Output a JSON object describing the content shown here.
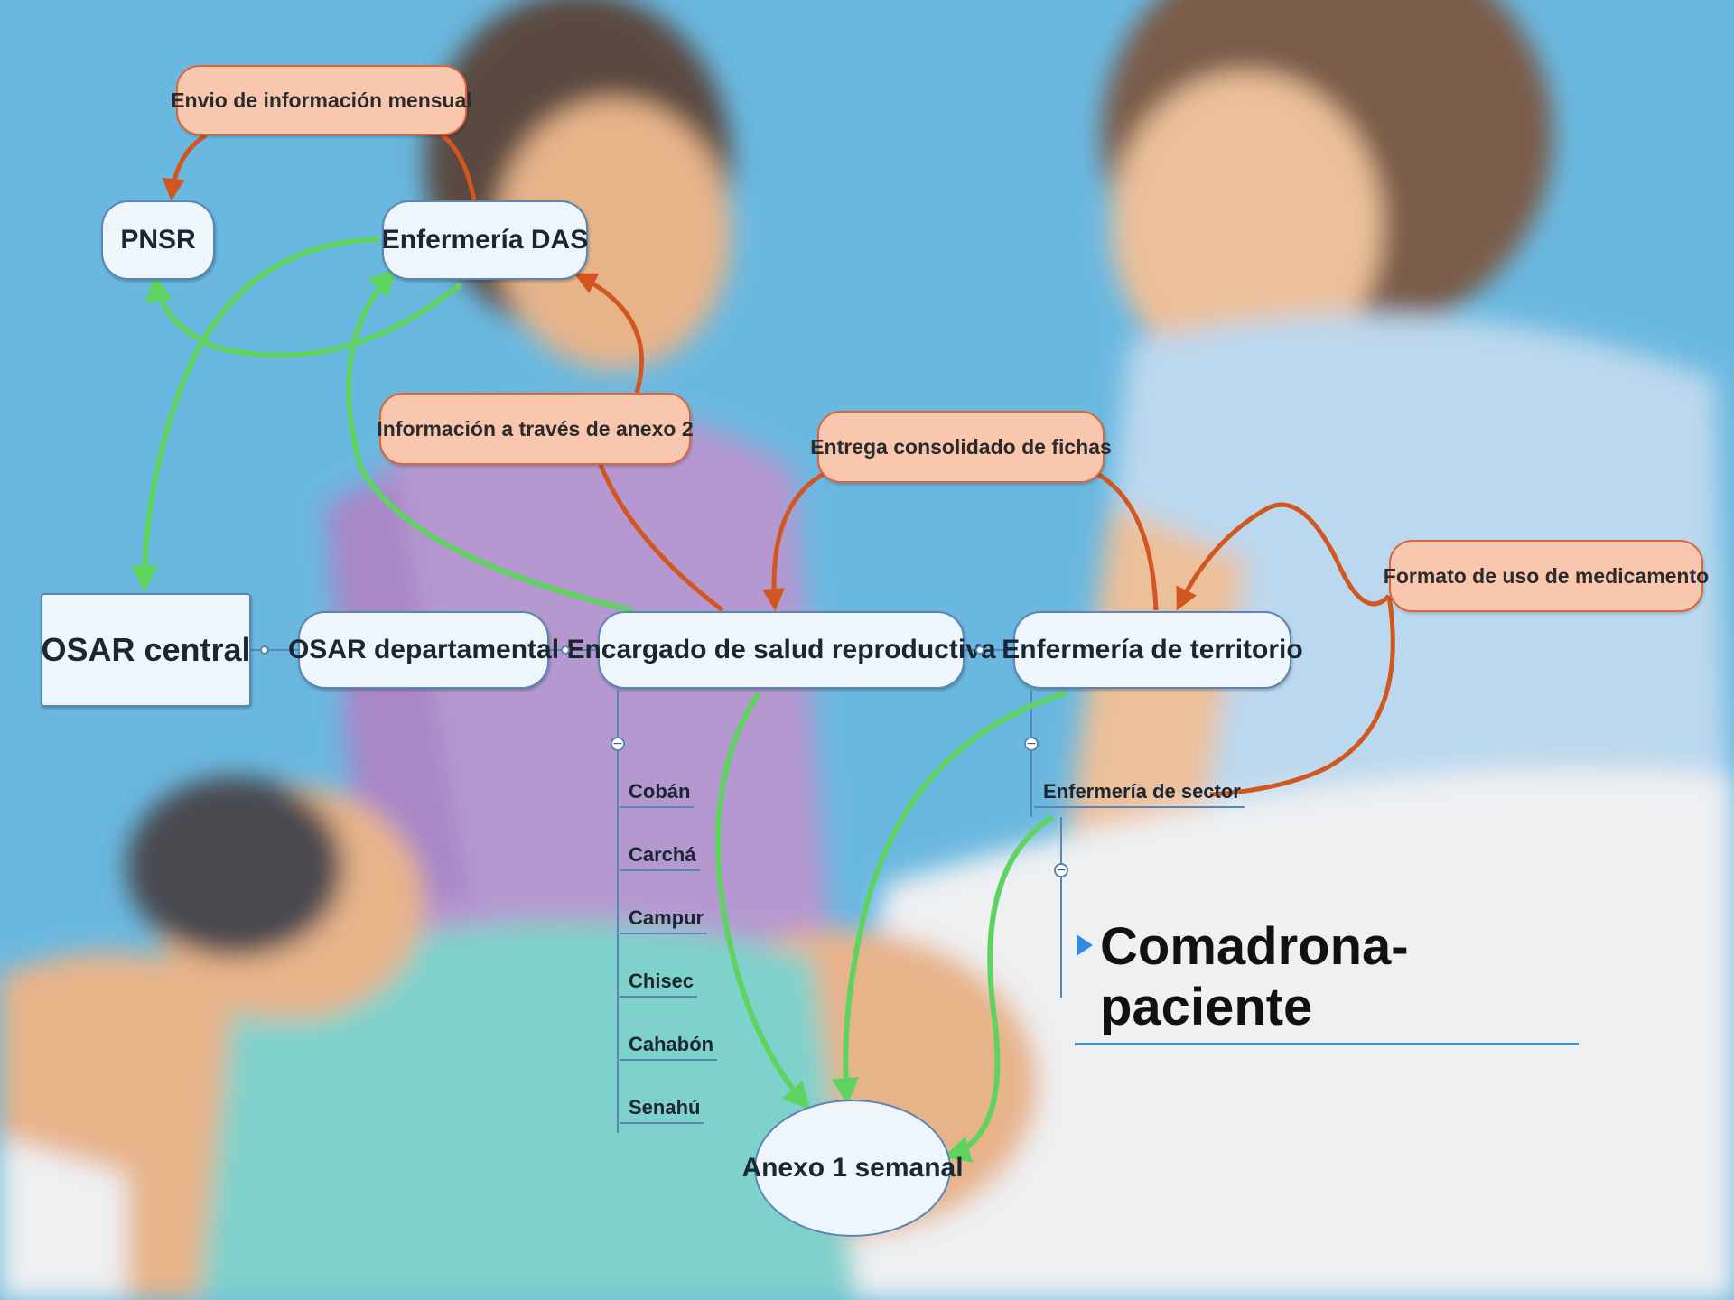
{
  "nodes": {
    "pnsr": "PNSR",
    "enfermeria_das": "Enfermería DAS",
    "osar_central": "OSAR central",
    "osar_departamental": "OSAR departamental",
    "encargado": "Encargado de salud reproductiva",
    "enfermeria_territorio": "Enfermería de territorio",
    "enfermeria_sector": "Enfermería de sector",
    "anexo1": "Anexo 1 semanal",
    "comadrona": "Comadrona-paciente"
  },
  "notes": {
    "envio": "Envio de información mensual",
    "informacion_anexo2": "Información a través de anexo 2",
    "entrega": "Entrega consolidado de fichas",
    "formato": "Formato de uso de medicamento"
  },
  "municipios": [
    "Cobán",
    "Carchá",
    "Campur",
    "Chisec",
    "Cahabón",
    "Senahú"
  ],
  "colors": {
    "green_link": "#5fd35f",
    "orange_link": "#d2561f",
    "node_border": "#5a86b5",
    "note_fill": "#f8c7ae",
    "background": "#6ab8e0"
  }
}
